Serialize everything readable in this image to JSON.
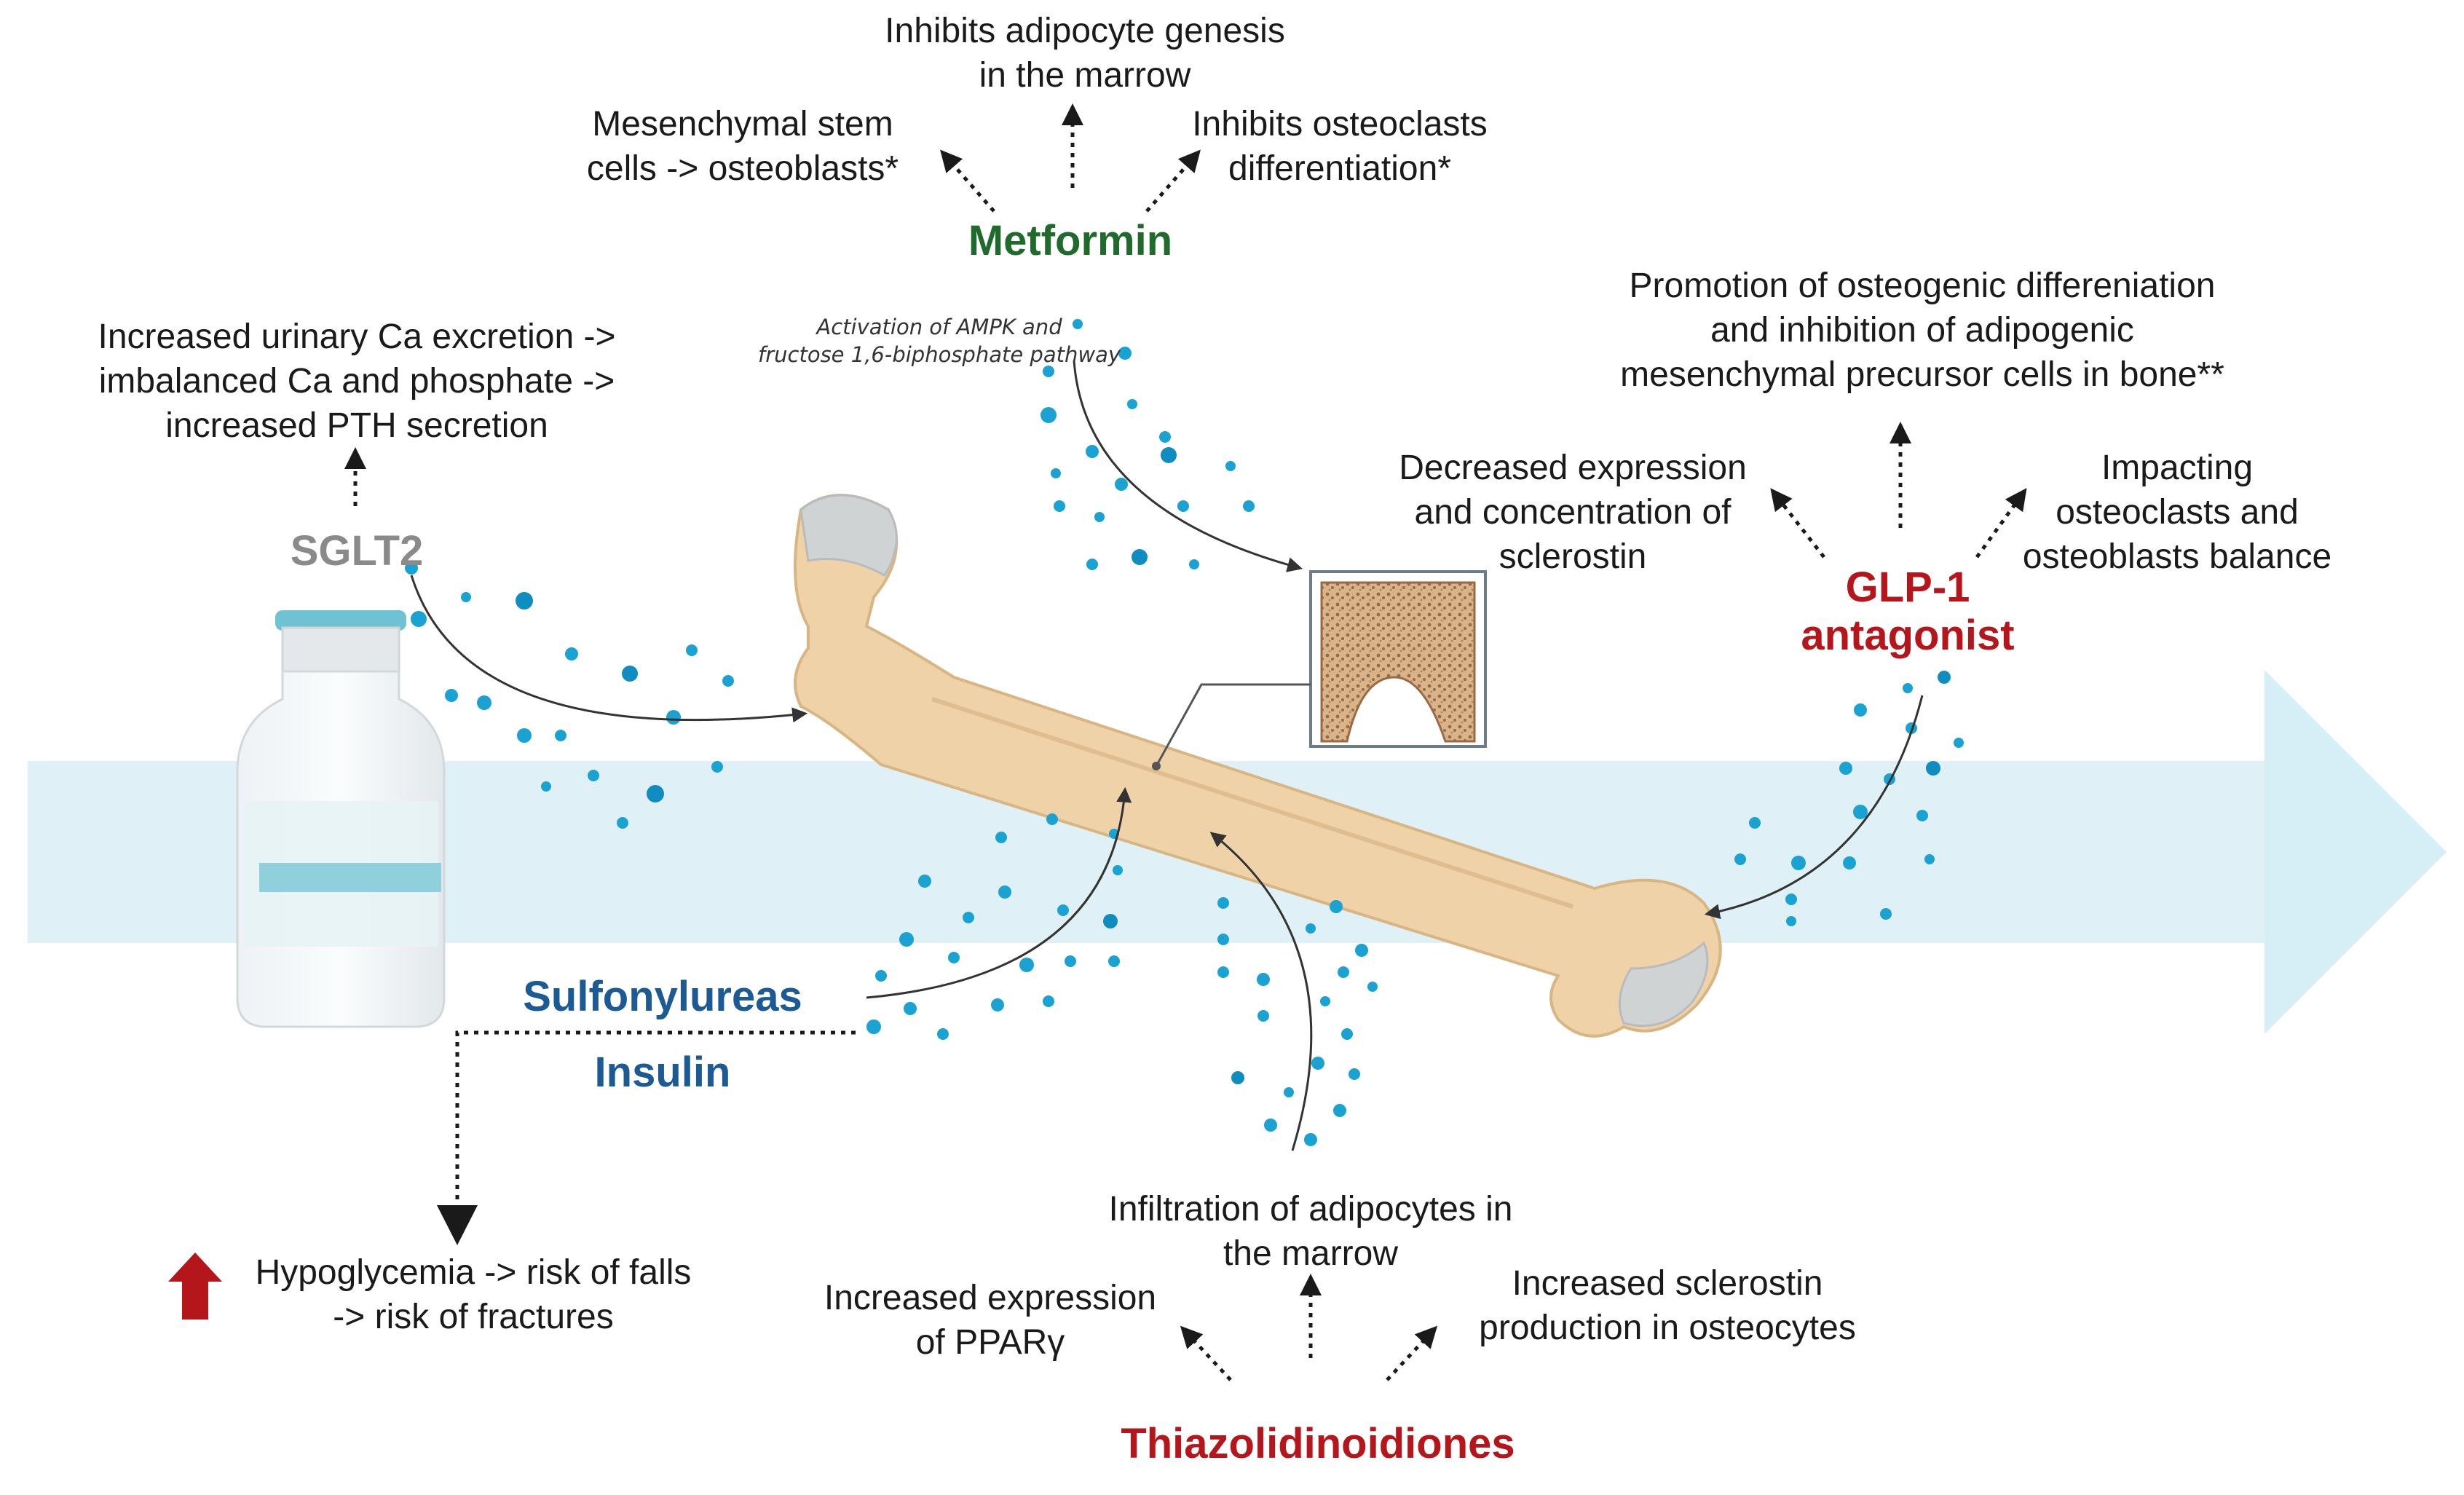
{
  "colors": {
    "metformin": "#1f6b2c",
    "red_drug": "#b5161b",
    "blue_drug": "#1b5a94",
    "sglt2": "#8a8a8a",
    "band": "#dff1f6",
    "arrowhead": "#d6eef5",
    "dot": "#1aa3d2",
    "bone": "#efd2a7"
  },
  "drugs": {
    "metformin": "Metformin",
    "sglt2": "SGLT2",
    "glp1": "GLP-1\nantagonist",
    "sulfonylureas": "Sulfonylureas",
    "insulin": "Insulin",
    "thiazolidinoidiones": "Thiazolidinoidiones"
  },
  "metformin_effects": {
    "top": "Inhibits adipocyte genesis\nin the marrow",
    "left": "Mesenchymal stem\ncells -> osteoblasts*",
    "right": "Inhibits osteoclasts\ndifferentiation*",
    "pathway": "Activation of AMPK and\nfructose 1,6-biphosphate pathway"
  },
  "sglt2_effects": {
    "top": "Increased urinary Ca excretion ->\nimbalanced Ca and phosphate ->\nincreased PTH secretion"
  },
  "glp1_effects": {
    "top": "Promotion of osteogenic differeniation\nand inhibition of adipogenic\nmesenchymal precursor cells in bone**",
    "left": "Decreased expression\nand concentration of\nsclerostin",
    "right": "Impacting\nosteoclasts and\nosteoblasts balance"
  },
  "insulin_effects": {
    "bottom": "Hypoglycemia -> risk of falls\n-> risk of fractures"
  },
  "thiazolidinoidiones_effects": {
    "top": "Infiltration of adipocytes in\nthe marrow",
    "left": "Increased expression\nof PPARγ",
    "right": "Increased sclerostin\nproduction in osteocytes"
  }
}
